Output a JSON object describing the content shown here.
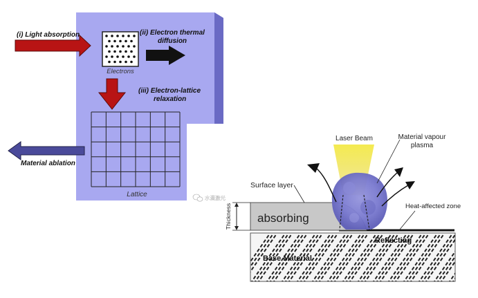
{
  "left_diagram": {
    "step1_label": "(i) Light absorption",
    "step2_label_line1": "(ii) Electron thermal",
    "step2_label_line2": "diffusion",
    "step3_label_line1": "(iii) Electron-lattice",
    "step3_label_line2": "relaxation",
    "electrons_label": "Electrons",
    "lattice_label": "Lattice",
    "ablation_label": "Material ablation",
    "colors": {
      "box_front": "#a8a8f0",
      "box_side": "#7070c8",
      "arrow_red": "#b81414",
      "arrow_black": "#111111",
      "arrow_blue": "#4a4a9a"
    }
  },
  "right_diagram": {
    "laser_beam_label": "Laser Beam",
    "vapour_label_line1": "Material vapour",
    "vapour_label_line2": "plasma",
    "surface_layer_label": "Surface layer",
    "heat_zone_label": "Heat-affected zone",
    "thickness_label": "Thickness",
    "absorbing_label": "absorbing",
    "reflecting_label": "Reflecting",
    "base_material_label": "Base Material",
    "colors": {
      "beam": "#f0e040",
      "plasma": "#7a7ad0",
      "absorbing_layer": "#c8c8c8"
    }
  },
  "watermark": {
    "text": "水滴激光",
    "icon": "wechat-icon"
  }
}
